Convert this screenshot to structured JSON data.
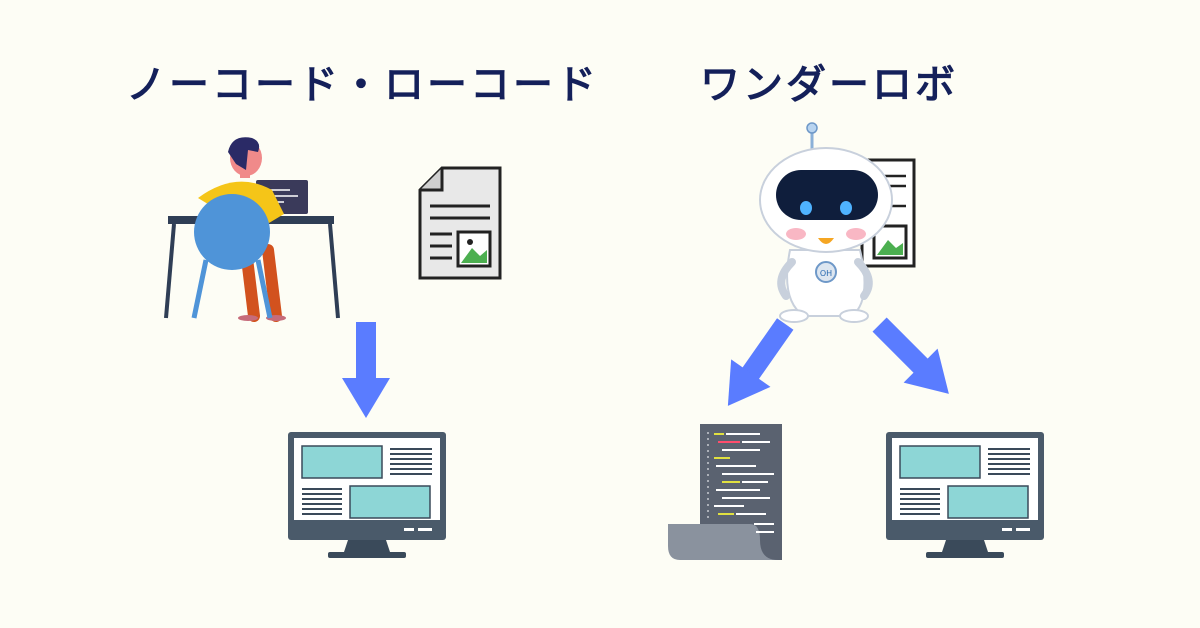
{
  "titles": {
    "left": "ノーコード・ローコード",
    "right": "ワンダーロボ"
  },
  "robot": {
    "badge_text": "OH"
  },
  "colors": {
    "background": "#fdfdf5",
    "title": "#14205a",
    "arrow": "#5a7cff",
    "monitor_frame": "#4a5a6a",
    "monitor_panel": "#8dd6d6",
    "code_sheet": "#5a6270"
  },
  "icons": [
    "person-at-desk-icon",
    "document-with-image-icon",
    "robot-icon",
    "monitor-icon",
    "code-scroll-icon",
    "down-arrow-icon"
  ]
}
